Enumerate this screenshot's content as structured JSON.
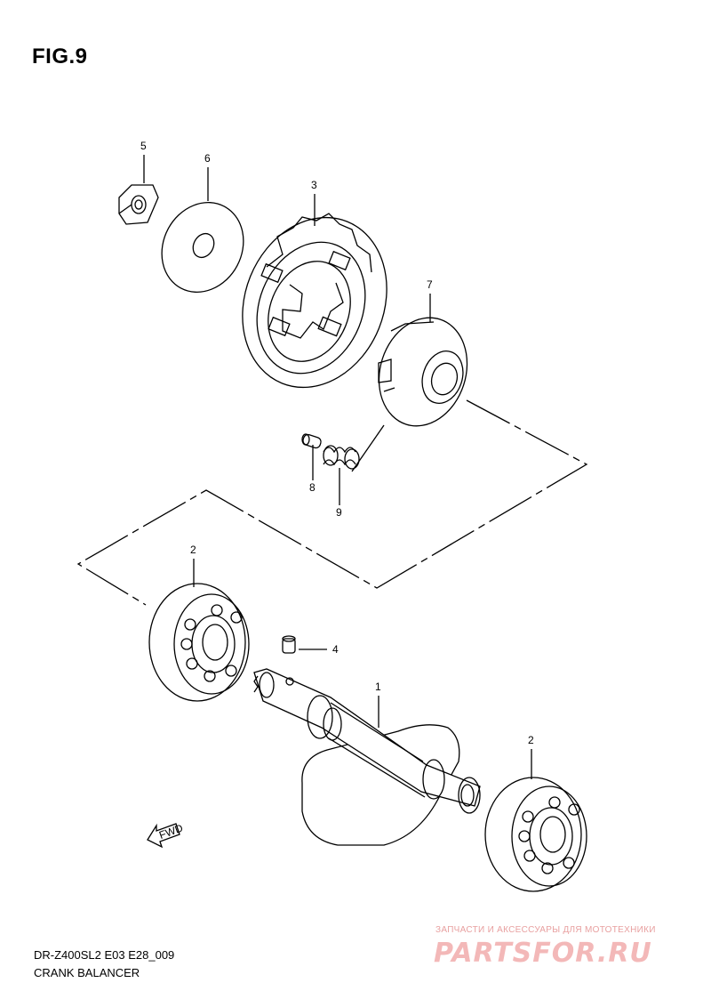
{
  "figure": {
    "title": "FIG.9"
  },
  "footer": {
    "code": "DR-Z400SL2 E03 E28_009",
    "name": "CRANK BALANCER"
  },
  "watermark": {
    "tagline": "ЗАПЧАСТИ И АКСЕССУАРЫ ДЛЯ МОТОТЕХНИКИ",
    "logo": "PARTSFOR.RU"
  },
  "fwd_label": "FWD",
  "callouts": {
    "c1": "1",
    "c2a": "2",
    "c2b": "2",
    "c3": "3",
    "c4": "4",
    "c5": "5",
    "c6": "6",
    "c7": "7",
    "c8": "8",
    "c9": "9"
  },
  "colors": {
    "line": "#000000",
    "watermark": "#e8a0a0"
  }
}
